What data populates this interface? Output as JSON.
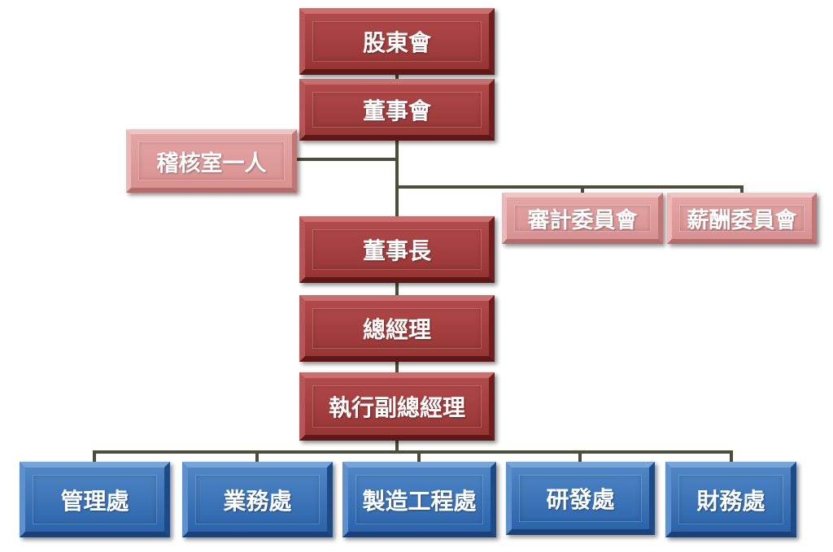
{
  "org_chart": {
    "shareholders_meeting": "股東會",
    "board_of_directors": "董事會",
    "audit_office": "稽核室一人",
    "audit_committee": "審計委員會",
    "compensation_committee": "薪酬委員會",
    "chairman": "董事長",
    "general_manager": "總經理",
    "executive_vp": "執行副總經理",
    "departments": [
      "管理處",
      "業務處",
      "製造工程處",
      "研發處",
      "財務處"
    ]
  },
  "colors": {
    "executive_box": "#a33d3d",
    "advisory_box": "#df9b9b",
    "department_box": "#3a72b8",
    "connector": "#4d4d3a"
  }
}
